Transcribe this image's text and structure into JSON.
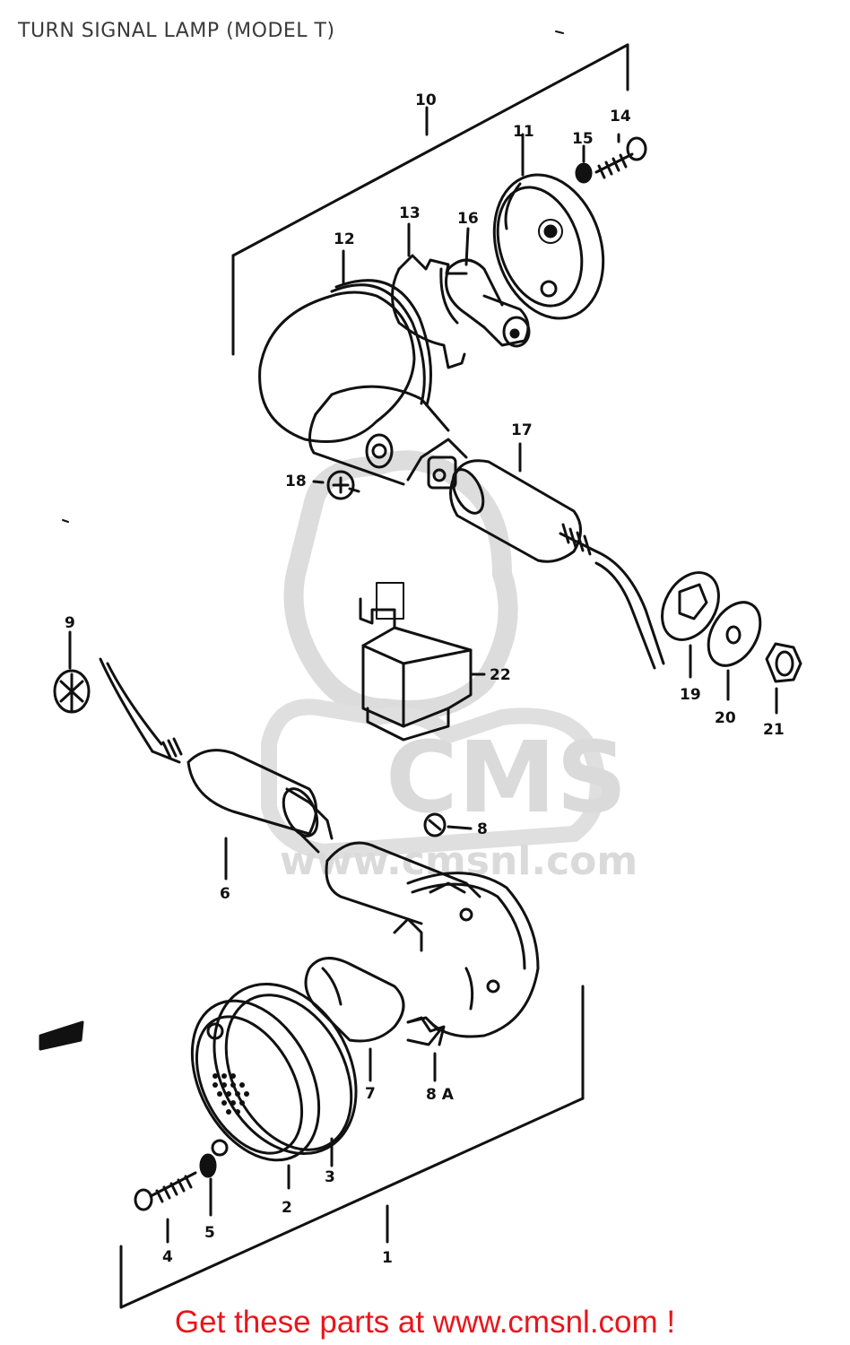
{
  "title": "TURN SIGNAL LAMP (MODEL T)",
  "footer": "Get these parts at www.cmsnl.com !",
  "watermark": {
    "brand": "CMS",
    "url": "www.cmsnl.com"
  },
  "colors": {
    "title": "#3a3a3a",
    "footer": "#e8161c",
    "line": "#111111",
    "watermark": "#d6d6d6"
  },
  "labels": {
    "p1": "1",
    "p2": "2",
    "p3": "3",
    "p4": "4",
    "p5": "5",
    "p6": "6",
    "p7": "7",
    "p8": "8",
    "p8a": "8 A",
    "p9": "9",
    "p10": "10",
    "p11": "11",
    "p12": "12",
    "p13": "13",
    "p14": "14",
    "p15": "15",
    "p16": "16",
    "p17": "17",
    "p18": "18",
    "p19": "19",
    "p20": "20",
    "p21": "21",
    "p22": "22"
  }
}
